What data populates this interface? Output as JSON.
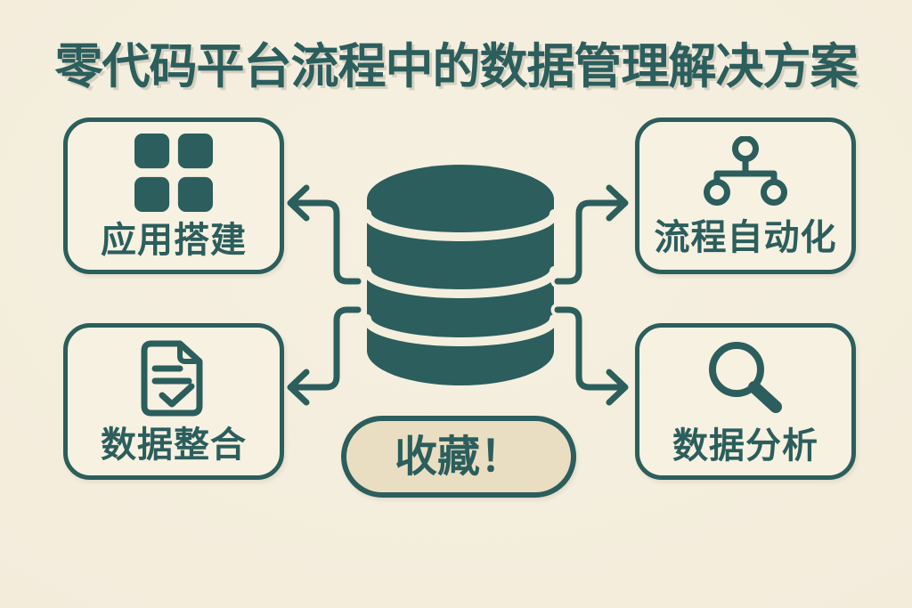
{
  "title": "零代码平台流程中的数据管理解决方案",
  "colors": {
    "teal": "#2b5e5d",
    "background": "#f3ecdb",
    "card_fill": "#f7f1e1",
    "button_fill": "#eadec2"
  },
  "center": {
    "icon": "database-icon"
  },
  "cards": [
    {
      "id": "app-building",
      "label": "应用搭建",
      "icon": "grid-icon"
    },
    {
      "id": "process-automation",
      "label": "流程自动化",
      "icon": "flowchart-icon"
    },
    {
      "id": "data-integration",
      "label": "数据整合",
      "icon": "document-check-icon"
    },
    {
      "id": "data-analysis",
      "label": "数据分析",
      "icon": "magnifier-icon"
    }
  ],
  "arrows": [
    {
      "from": "database",
      "to": "app-building",
      "direction": "left"
    },
    {
      "from": "database",
      "to": "process-automation",
      "direction": "right"
    },
    {
      "from": "database",
      "to": "data-integration",
      "direction": "left"
    },
    {
      "from": "database",
      "to": "data-analysis",
      "direction": "right"
    }
  ],
  "cta": {
    "label": "收藏！"
  }
}
